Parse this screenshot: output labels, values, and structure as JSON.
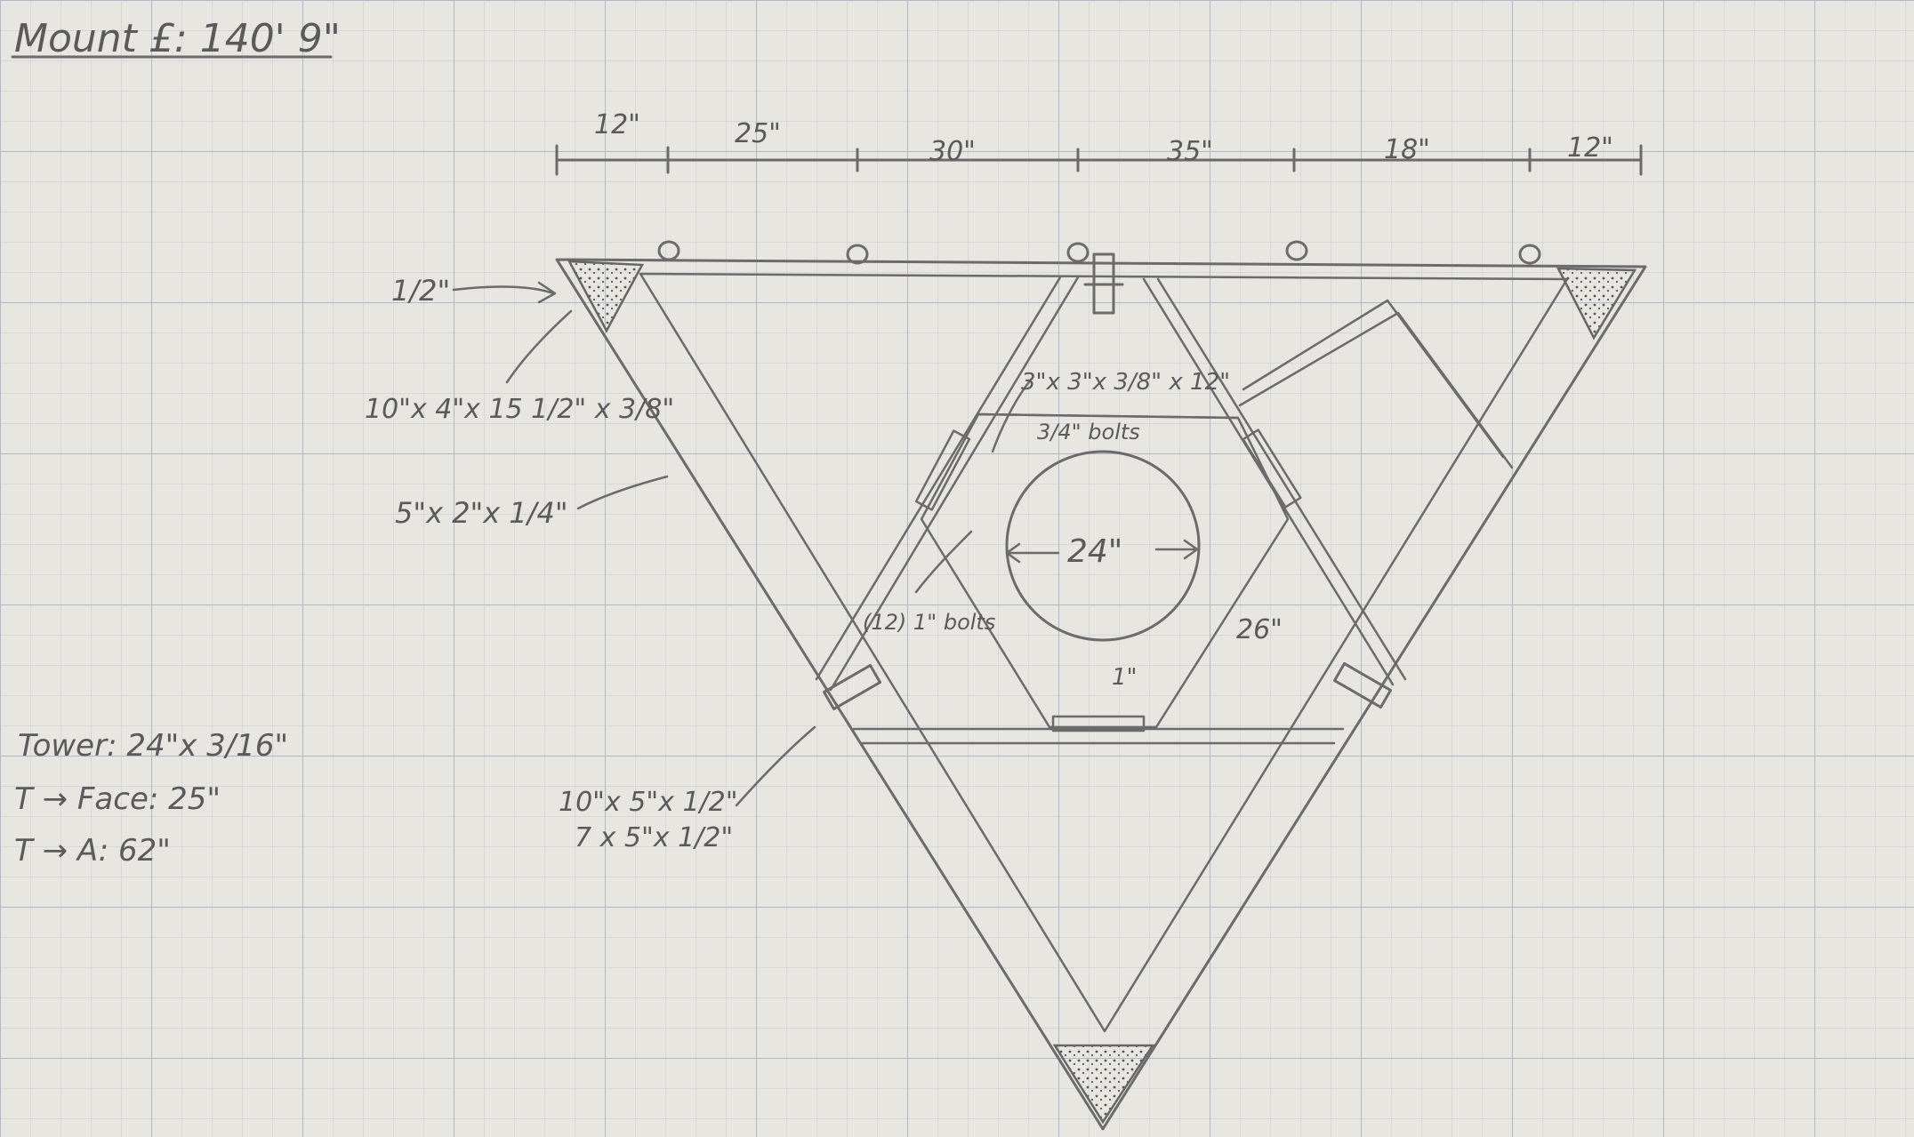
{
  "sheet": {
    "title": "Mount £: 140' 9\"",
    "spacing": {
      "segments": [
        "12\"",
        "25\"",
        "30\"",
        "35\"",
        "18\"",
        "12\""
      ]
    },
    "callouts": {
      "corner_gap": "1/2\"",
      "gusset_plate": "10\"x 4\"x 15 1/2\" x 3/8\"",
      "face_member": "5\"x 2\"x 1/4\"",
      "center_angle": "3\"x 3\"x 3/8\" x 12\"",
      "center_bolts": "3/4\" bolts",
      "tower_bolts": "(12) 1\" bolts",
      "tower_diameter": "24\"",
      "side_length": "26\"",
      "clearance": "1\"",
      "clamp_plate_1": "10\"x 5\"x 1/2\"",
      "clamp_plate_2": "7 x 5\"x 1/2\""
    },
    "notes": [
      "Tower: 24\"x 3/16\"",
      "T → Face: 25\"",
      "T → A: 62\""
    ]
  }
}
